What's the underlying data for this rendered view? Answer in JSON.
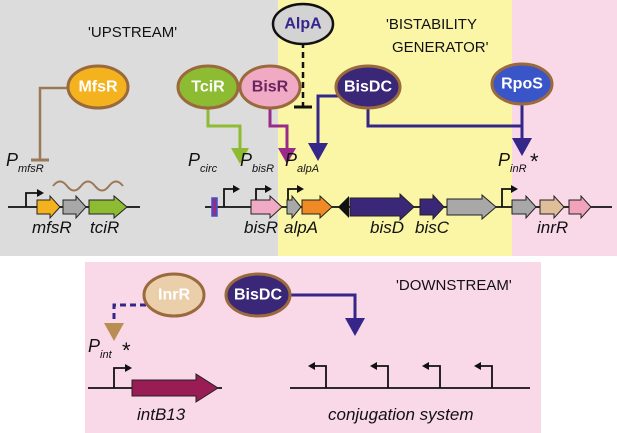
{
  "regions": {
    "upstream": "'UPSTREAM'",
    "bistability_line1": "'BISTABILITY",
    "bistability_line2": "GENERATOR'",
    "downstream": "'DOWNSTREAM'"
  },
  "nodes": {
    "alpa": "AlpA",
    "mfsr": "MfsR",
    "tcir": "TciR",
    "bisr": "BisR",
    "bisdc_top": "BisDC",
    "rpos": "RpoS",
    "inrr": "InrR",
    "bisdc_bottom": "BisDC"
  },
  "promoters": {
    "p_mfsr": {
      "p": "P",
      "sub": "mfsR"
    },
    "p_circ": {
      "p": "P",
      "sub": "circ"
    },
    "p_bisr": {
      "p": "P",
      "sub": "bisR"
    },
    "p_alpa": {
      "p": "P",
      "sub": "alpA"
    },
    "p_inr": {
      "p": "P",
      "sub": "inR"
    },
    "p_int": {
      "p": "P",
      "sub": "int"
    }
  },
  "asterisk": "*",
  "genes": {
    "mfsr": "mfsR",
    "tcir": "tciR",
    "bisr": "bisR",
    "alpa": "alpA",
    "bisd": "bisD",
    "bisc": "bisC",
    "inrr": "inrR",
    "intb13": "intB13",
    "conjugation": "conjugation system"
  },
  "colors": {
    "upstream_bg": "#dcdcdc",
    "bistability_bg": "#fbf5a6",
    "pink_bg": "#f9d9e8",
    "mfsr_fill": "#f4b21f",
    "mfsr_border": "#9a6a3c",
    "tcir_fill": "#8dbb32",
    "bisr_fill": "#f0aac4",
    "bisdc_fill": "#3b2777",
    "rpos_fill": "#3a55c8",
    "inrr_fill": "#ebcfaa",
    "alpa_fill": "#d3d3d3",
    "intb13_fill": "#9a1c55",
    "orange_gene": "#f08a24",
    "grey_gene": "#a8a8a8",
    "tan_gene": "#dfbf9a",
    "pink_gene": "#f0a3bb",
    "green_arrow": "#8dbb32",
    "purple_arrow": "#9a2a8a",
    "navy_arrow": "#35268a",
    "brown_line": "#9a7a56"
  }
}
